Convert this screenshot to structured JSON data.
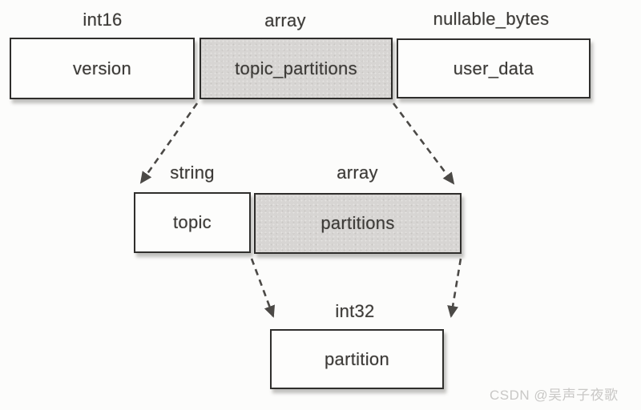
{
  "diagram": {
    "description": "scanned schema diagram of nested message fields",
    "nodes": {
      "version": {
        "label": "version",
        "type": "int16",
        "shaded": false
      },
      "topic_partitions": {
        "label": "topic_partitions",
        "type": "array",
        "shaded": true
      },
      "user_data": {
        "label": "user_data",
        "type": "nullable_bytes",
        "shaded": false
      },
      "topic": {
        "label": "topic",
        "type": "string",
        "shaded": false
      },
      "partitions": {
        "label": "partitions",
        "type": "array",
        "shaded": true
      },
      "partition": {
        "label": "partition",
        "type": "int32",
        "shaded": false
      }
    },
    "edges": [
      {
        "from": "topic_partitions",
        "to": "topic",
        "style": "dashed-arrow"
      },
      {
        "from": "topic_partitions",
        "to": "partitions",
        "style": "dashed-arrow"
      },
      {
        "from": "topic",
        "to": "partition",
        "style": "dashed-arrow"
      },
      {
        "from": "partitions",
        "to": "partition",
        "style": "dashed-arrow"
      }
    ],
    "colors": {
      "shaded_fill": "#d7d5d3",
      "plain_fill": "#fdfdfc",
      "border": "#2f2e2c",
      "text": "#3c3a37",
      "arrow": "#4b4946",
      "background": "#fcfcfb",
      "watermark": "#c9c8c6"
    }
  },
  "watermark": {
    "text": "CSDN @吴声子夜歌"
  }
}
